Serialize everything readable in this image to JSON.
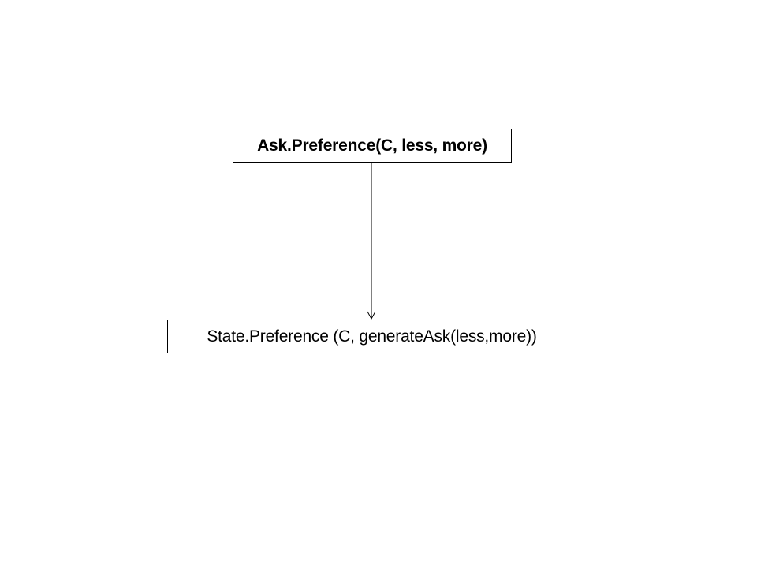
{
  "diagram": {
    "nodes": [
      {
        "id": "ask",
        "label": "Ask.Preference(C, less, more)"
      },
      {
        "id": "state",
        "label": "State.Preference (C, generateAsk(less,more))"
      }
    ],
    "edges": [
      {
        "from": "ask",
        "to": "state"
      }
    ],
    "colors": {
      "stroke": "#000000",
      "background": "#ffffff"
    }
  }
}
